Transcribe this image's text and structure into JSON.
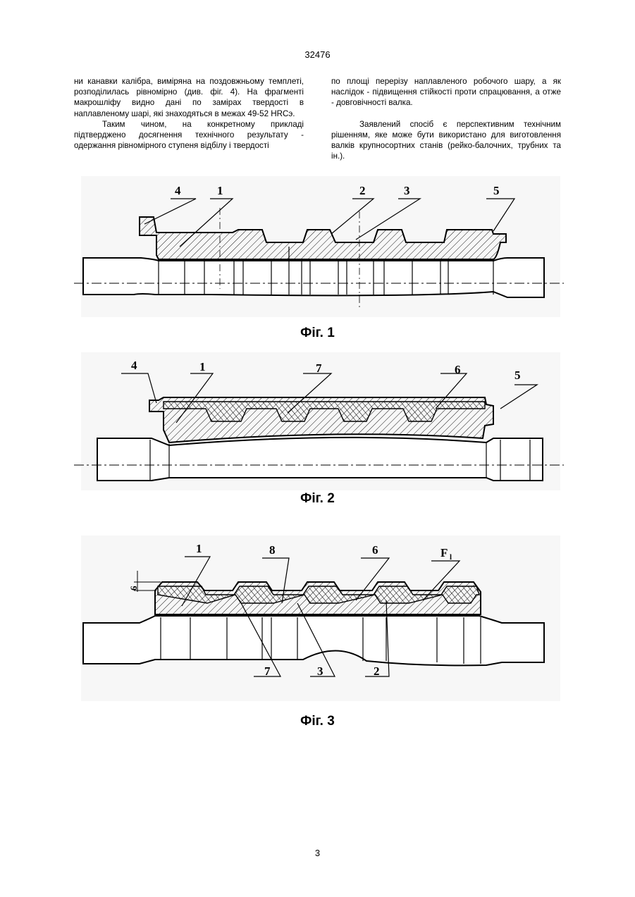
{
  "header": {
    "patent_number": "32476"
  },
  "text": {
    "left_column": [
      "ни канавки калібра, виміряна на поздовжньому темплеті, розподілилась рівномірно (див. фіг. 4). На фрагменті макрошліфу видно дані по замірах твердості в наплавленому шарі, які знаходяться в межах 49-52 HRCэ.",
      "Таким чином, на конкретному прикладі підтверджено досягнення технічного результату - одержання рівномірного ступеня відбілу і твердості"
    ],
    "right_column": [
      "по площі перерізу наплавленого робочого шару, а як наслідок - підвищення стійкості проти спрацювання, а отже - довговічності валка.",
      "Заявлений спосіб є перспективним технічним рішенням, яке може бути використано для виготовлення валків крупносортних станів (рейко-балочних, трубних та ін.)."
    ]
  },
  "figures": [
    {
      "caption": "Фіг. 1",
      "labels": [
        "4",
        "1",
        "2",
        "3",
        "5"
      ]
    },
    {
      "caption": "Фіг. 2",
      "labels": [
        "4",
        "1",
        "7",
        "6",
        "5"
      ]
    },
    {
      "caption": "Фіг. 3",
      "labels": [
        "1",
        "8",
        "6",
        "F",
        "l",
        "6",
        "7",
        "3",
        "2"
      ]
    }
  ],
  "footer": {
    "page_number": "3"
  }
}
